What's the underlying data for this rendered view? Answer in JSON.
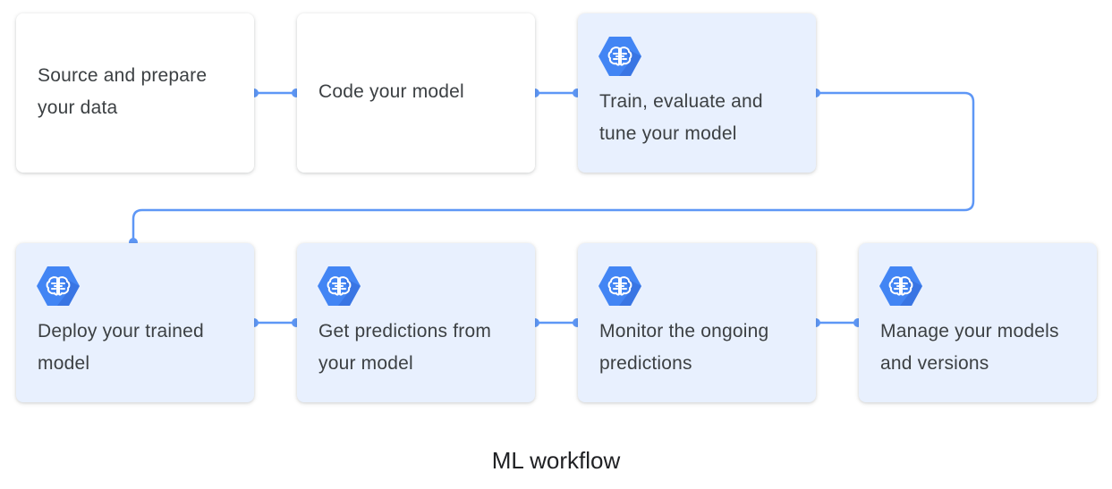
{
  "diagram": {
    "caption": "ML workflow",
    "steps": [
      {
        "label": "Source and prepare your data",
        "icon": ""
      },
      {
        "label": "Code your model",
        "icon": ""
      },
      {
        "label": "Train, evaluate and tune your model",
        "icon": "ai-platform-icon"
      },
      {
        "label": "Deploy your trained model",
        "icon": "ai-platform-icon"
      },
      {
        "label": "Get predictions from your model",
        "icon": "ai-platform-icon"
      },
      {
        "label": "Monitor the ongoing predictions",
        "icon": "ai-platform-icon"
      },
      {
        "label": "Manage your models and versions",
        "icon": "ai-platform-icon"
      }
    ],
    "colors": {
      "connector": "#5e97f6",
      "icon_hexagon": "#4285f4",
      "icon_shade": "#3367d6",
      "highlight_card": "#e8f0fe",
      "plain_card": "#ffffff"
    }
  }
}
